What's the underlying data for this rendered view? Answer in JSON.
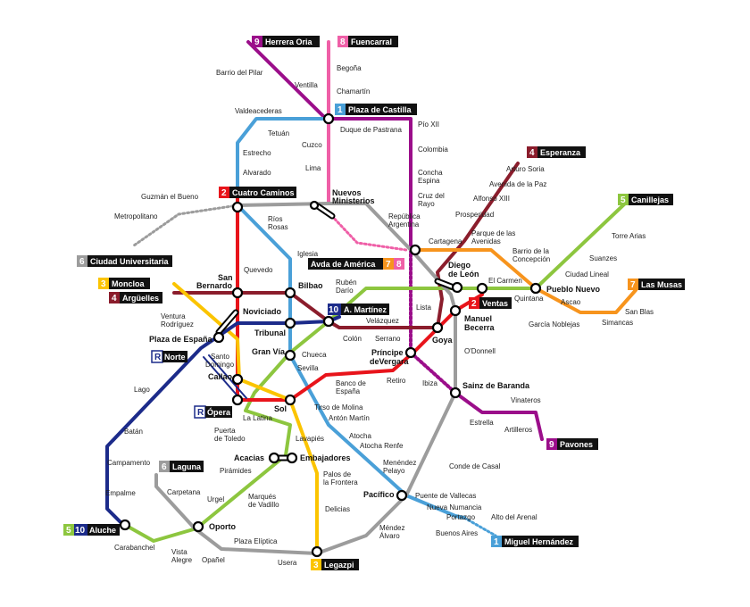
{
  "colors": {
    "l1": "#4aa0d8",
    "l2": "#e8141b",
    "l3": "#fbc400",
    "l4": "#8b1d2c",
    "l5": "#8dc63f",
    "l6": "#9c9c9c",
    "l7": "#f7941d",
    "l8": "#ef5fa7",
    "l9": "#9b0e8a",
    "l10": "#1c2b8a",
    "ramal": "#1c2b8a"
  },
  "terminals": [
    {
      "num": "9",
      "name": "Herrera Oria",
      "color": "#9b0e8a"
    },
    {
      "num": "8",
      "name": "Fuencarral",
      "color": "#ef5fa7"
    },
    {
      "num": "1",
      "name": "Plaza de Castilla",
      "color": "#4aa0d8"
    },
    {
      "num": "4",
      "name": "Esperanza",
      "color": "#8b1d2c"
    },
    {
      "num": "5",
      "name": "Canillejas",
      "color": "#8dc63f"
    },
    {
      "num": "2",
      "name": "Cuatro Caminos",
      "color": "#e8141b"
    },
    {
      "num": "6",
      "name": "Ciudad Universitaria",
      "color": "#9c9c9c"
    },
    {
      "num": "3",
      "name": "Moncloa",
      "color": "#fbc400"
    },
    {
      "num": "4",
      "name": "Argüelles",
      "color": "#8b1d2c"
    },
    {
      "num": "7",
      "name": "Las Musas",
      "color": "#f7941d"
    },
    {
      "num": "2",
      "name": "Ventas",
      "color": "#e8141b"
    },
    {
      "num": "10",
      "name": "A. Martínez",
      "color": "#1c2b8a"
    },
    {
      "num": "R",
      "name": "Norte",
      "color": "#1c2b8a"
    },
    {
      "num": "R",
      "name": "Ópera",
      "color": "#1c2b8a"
    },
    {
      "num": "6",
      "name": "Laguna",
      "color": "#9c9c9c"
    },
    {
      "num": "9",
      "name": "Pavones",
      "color": "#9b0e8a"
    },
    {
      "num": "5",
      "num2": "10",
      "name": "Aluche",
      "color": "#8dc63f",
      "color2": "#1c2b8a"
    },
    {
      "num": "1",
      "name": "Miguel Hernández",
      "color": "#4aa0d8"
    },
    {
      "num": "3",
      "name": "Legazpi",
      "color": "#fbc400"
    }
  ],
  "amerika": {
    "name": "Avda  de América",
    "num1": "7",
    "num2": "8"
  },
  "stations": [
    "Barrio del Pilar",
    "Ventilla",
    "Begoña",
    "Chamartín",
    "Valdeacederas",
    "Tetuán",
    "Duque de Pastrana",
    "Pío XII",
    "Cuzco",
    "Estrecho",
    "Colombia",
    "Alvarado",
    "Lima",
    "Concha Espina",
    "Arturo Soria",
    "Avenida de la Paz",
    "Alfonso XIII",
    "Cruz del Rayo",
    "Prosperidad",
    "Guzmán el Bueno",
    "Metropolitano",
    "Nuevos Ministerios",
    "Ríos Rosas",
    "República Argentina",
    "Torre Arias",
    "Cartagena",
    "Parque de las Avenidas",
    "Barrio de la Concepción",
    "Suanzes",
    "Iglesia",
    "Diego de León",
    "Ciudad Lineal",
    "Quevedo",
    "San Bernardo",
    "Bilbao",
    "Rubén Darío",
    "El Carmen",
    "Pueblo Nuevo",
    "Quintana",
    "Ascao",
    "Lista",
    "San Blas",
    "Noviciado",
    "García Noblejas",
    "Simancas",
    "Ventura Rodríguez",
    "Manuel Becerra",
    "Tribunal",
    "Velázquez",
    "Plaza de España",
    "Colón",
    "Serrano",
    "Goya",
    "Santo Domingo",
    "Gran Vía",
    "O'Donnell",
    "Príncipe de Vergara",
    "Chueca",
    "Callao",
    "Sevilla",
    "Retiro",
    "Lago",
    "Ibiza",
    "Sainz de Baranda",
    "Banco de España",
    "Vinateros",
    "Tirso de Molina",
    "Sol",
    "La Latina",
    "Antón Martín",
    "Estrella",
    "Batán",
    "Artilleros",
    "Puerta de Toledo",
    "Lavapiés",
    "Atocha",
    "Atocha Renfe",
    "Acacias",
    "Embajadores",
    "Campamento",
    "Menéndez Pelayo",
    "Conde de Casal",
    "Pirámides",
    "Palos de la Frontera",
    "Carpetana",
    "Marqués de Vadillo",
    "Empalme",
    "Pacífico",
    "Puente de Vallecas",
    "Urgel",
    "Delicias",
    "Nueva Numancia",
    "Portazgo",
    "Alto del Arenal",
    "Oporto",
    "Carabanchel",
    "Méndez Álvaro",
    "Buenos Aires",
    "Plaza Elíptica",
    "Vista Alegre",
    "Opañel",
    "Usera"
  ],
  "labels": {
    "barrio_pilar": "Barrio del Pilar",
    "ventilla": "Ventilla",
    "begona": "Begoña",
    "chamartin": "Chamartín",
    "valdeacederas": "Valdeacederas",
    "tetuan": "Tetuán",
    "duque": "Duque de Pastrana",
    "pio": "Pío XII",
    "cuzco": "Cuzco",
    "estrecho": "Estrecho",
    "colombia": "Colombia",
    "alvarado": "Alvarado",
    "lima": "Lima",
    "concha": "Concha",
    "espina": "Espina",
    "arturo": "Arturo Soria",
    "avpaz": "Avenida de la Paz",
    "alfonso": "Alfonso XIII",
    "cruz": "Cruz del",
    "rayo": "Rayo",
    "prosperidad": "Prosperidad",
    "guzman": "Guzmán el Bueno",
    "metropolitano": "Metropolitano",
    "nuevos": "Nuevos",
    "ministerios": "Ministerios",
    "rios": "Ríos",
    "rosas": "Rosas",
    "republica": "República",
    "argentina": "Argentina",
    "torre": "Torre Arias",
    "cartagena": "Cartagena",
    "parque": "Parque de las",
    "avenidas": "Avenidas",
    "barrioc": "Barrio de la",
    "concepcion": "Concepción",
    "suanzes": "Suanzes",
    "iglesia": "Iglesia",
    "diego": "Diego",
    "deleon": "de León",
    "clineal": "Ciudad Lineal",
    "quevedo": "Quevedo",
    "san": "San",
    "bernardo": "Bernardo",
    "bilbao": "Bilbao",
    "ruben": "Rubén",
    "dario": "Darío",
    "elcarmen": "El Carmen",
    "pueblo": "Pueblo Nuevo",
    "quintana": "Quintana",
    "ascao": "Ascao",
    "lista": "Lista",
    "sanblas": "San Blas",
    "noviciado": "Noviciado",
    "garcia": "García Noblejas",
    "simancas": "Simancas",
    "ventura": "Ventura",
    "rodriguez": "Rodríguez",
    "manuel": "Manuel",
    "becerra": "Becerra",
    "tribunal": "Tribunal",
    "velazquez": "Velázquez",
    "plazaesp": "Plaza de España",
    "colon": "Colón",
    "serrano": "Serrano",
    "goya": "Goya",
    "santo": "Santo",
    "domingo": "Domingo",
    "granvia": "Gran Vía",
    "odonnell": "O'Donnell",
    "principe": "Príncipe",
    "devergara": "deVergara",
    "chueca": "Chueca",
    "callao": "Callao",
    "sevilla": "Sevilla",
    "retiro": "Retiro",
    "lago": "Lago",
    "ibiza": "Ibiza",
    "sainz": "Sainz de Baranda",
    "banco": "Banco de",
    "espana": "España",
    "vinateros": "Vinateros",
    "tirso": "Tirso de Molina",
    "sol": "Sol",
    "latina": "La Latina",
    "anton": "Antón Martín",
    "estrella": "Estrella",
    "batan": "Batán",
    "artilleros": "Artilleros",
    "puerta": "Puerta",
    "detoledo": "de Toledo",
    "lavapies": "Lavapiés",
    "atocha": "Atocha",
    "atocharenfe": "Atocha Renfe",
    "acacias": "Acacias",
    "embajadores": "Embajadores",
    "campamento": "Campamento",
    "menendez": "Menéndez",
    "pelayo": "Pelayo",
    "conde": "Conde de Casal",
    "piramides": "Pirámides",
    "palos": "Palos de",
    "lafrontera": "la Frontera",
    "carpetana": "Carpetana",
    "marques": "Marqués",
    "devadillo": "de Vadillo",
    "empalme": "Empalme",
    "pacifico": "Pacífico",
    "puentev": "Puente de Vallecas",
    "urgel": "Urgel",
    "delicias": "Delicias",
    "numancia": "Nueva Numancia",
    "portazgo": "Portazgo",
    "arenal": "Alto del Arenal",
    "oporto": "Oporto",
    "carabanchel": "Carabanchel",
    "mendez": "Méndez",
    "alvaro": "Álvaro",
    "buenos": "Buenos Aires",
    "eliptica": "Plaza Elíptica",
    "vista": "Vista",
    "alegre": "Alegre",
    "opanel": "Opañel",
    "usera": "Usera"
  }
}
